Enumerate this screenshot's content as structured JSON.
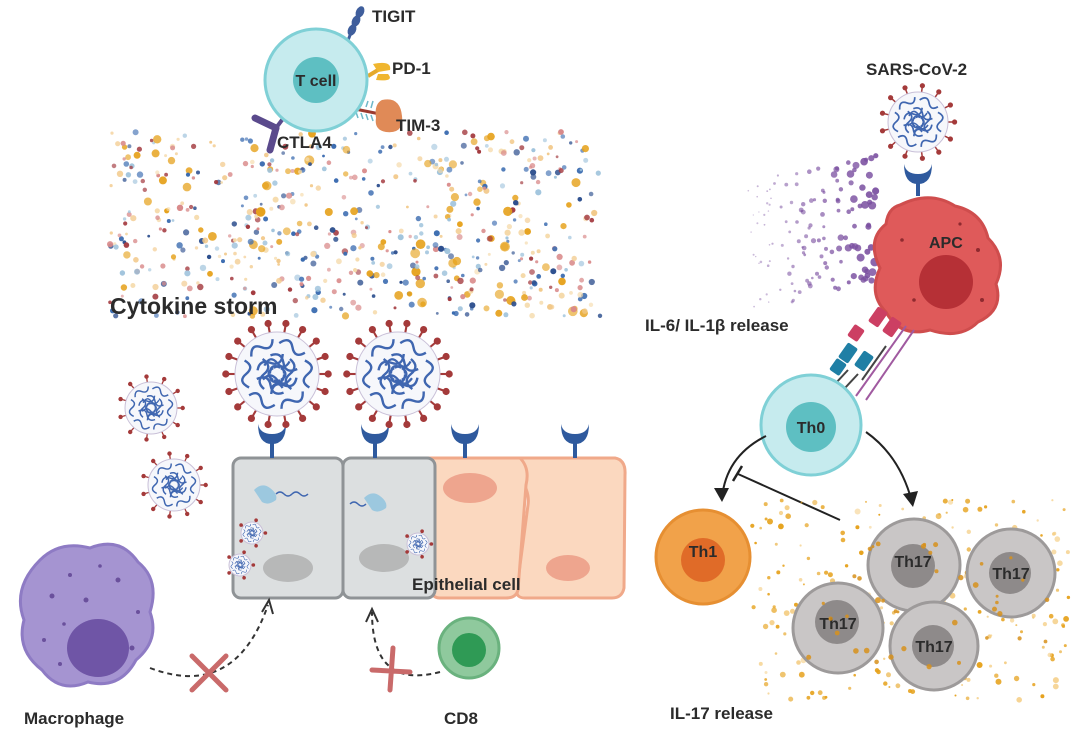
{
  "top_tcell": {
    "cell_label": "T cell",
    "receptors": {
      "tigit": "TIGIT",
      "pd1": "PD-1",
      "tim3": "TIM-3",
      "ctla4": "CTLA4"
    }
  },
  "cytokine_storm": {
    "label": "Cytokine storm"
  },
  "epithelium": {
    "label": "Epithelial cell",
    "macrophage_label": "Macrophage",
    "cd8_label": "CD8"
  },
  "right_panel": {
    "virus_label": "SARS-CoV-2",
    "apc_label": "APC",
    "il6_label": "IL-6/ IL-1β release",
    "th0_label": "Th0",
    "th1_label": "Th1",
    "th17_labels": [
      "Th17",
      "Th17",
      "Th17",
      "Th17"
    ],
    "il17_label": "IL-17 release"
  },
  "colors": {
    "tcell_outer": "#c6ebee",
    "tcell_inner": "#5ebfc2",
    "virus_spike": "#a43a3a",
    "virus_rna": "#3f66b0",
    "receptor_blue": "#2f5a9e",
    "infected_cell": "#dcdfe0",
    "healthy_cell": "#fbd8bf",
    "macrophage": "#a594d1",
    "cd8_outer": "#8fc99d",
    "cd8_inner": "#2f9a55",
    "apc": "#df5a5a",
    "apc_nucleus": "#b63036",
    "th1_outer": "#f1a24a",
    "th1_inner": "#e06b28",
    "th17_outer": "#c9c6c6",
    "th17_inner": "#8e8a8a",
    "cytokine_orange": "#e6a21d",
    "cytokine_navy": "#2d4f8e",
    "cytokine_red": "#a33a3f"
  }
}
